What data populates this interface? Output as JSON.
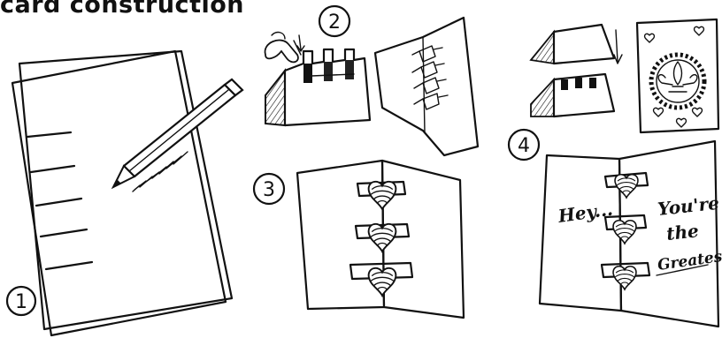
{
  "title": "card construction",
  "steps": [
    {
      "number": "1"
    },
    {
      "number": "2"
    },
    {
      "number": "3"
    },
    {
      "number": "4"
    }
  ],
  "card_text": {
    "greeting": "Hey...",
    "line1": "You're",
    "line2": "the",
    "line3": "Greatest"
  }
}
